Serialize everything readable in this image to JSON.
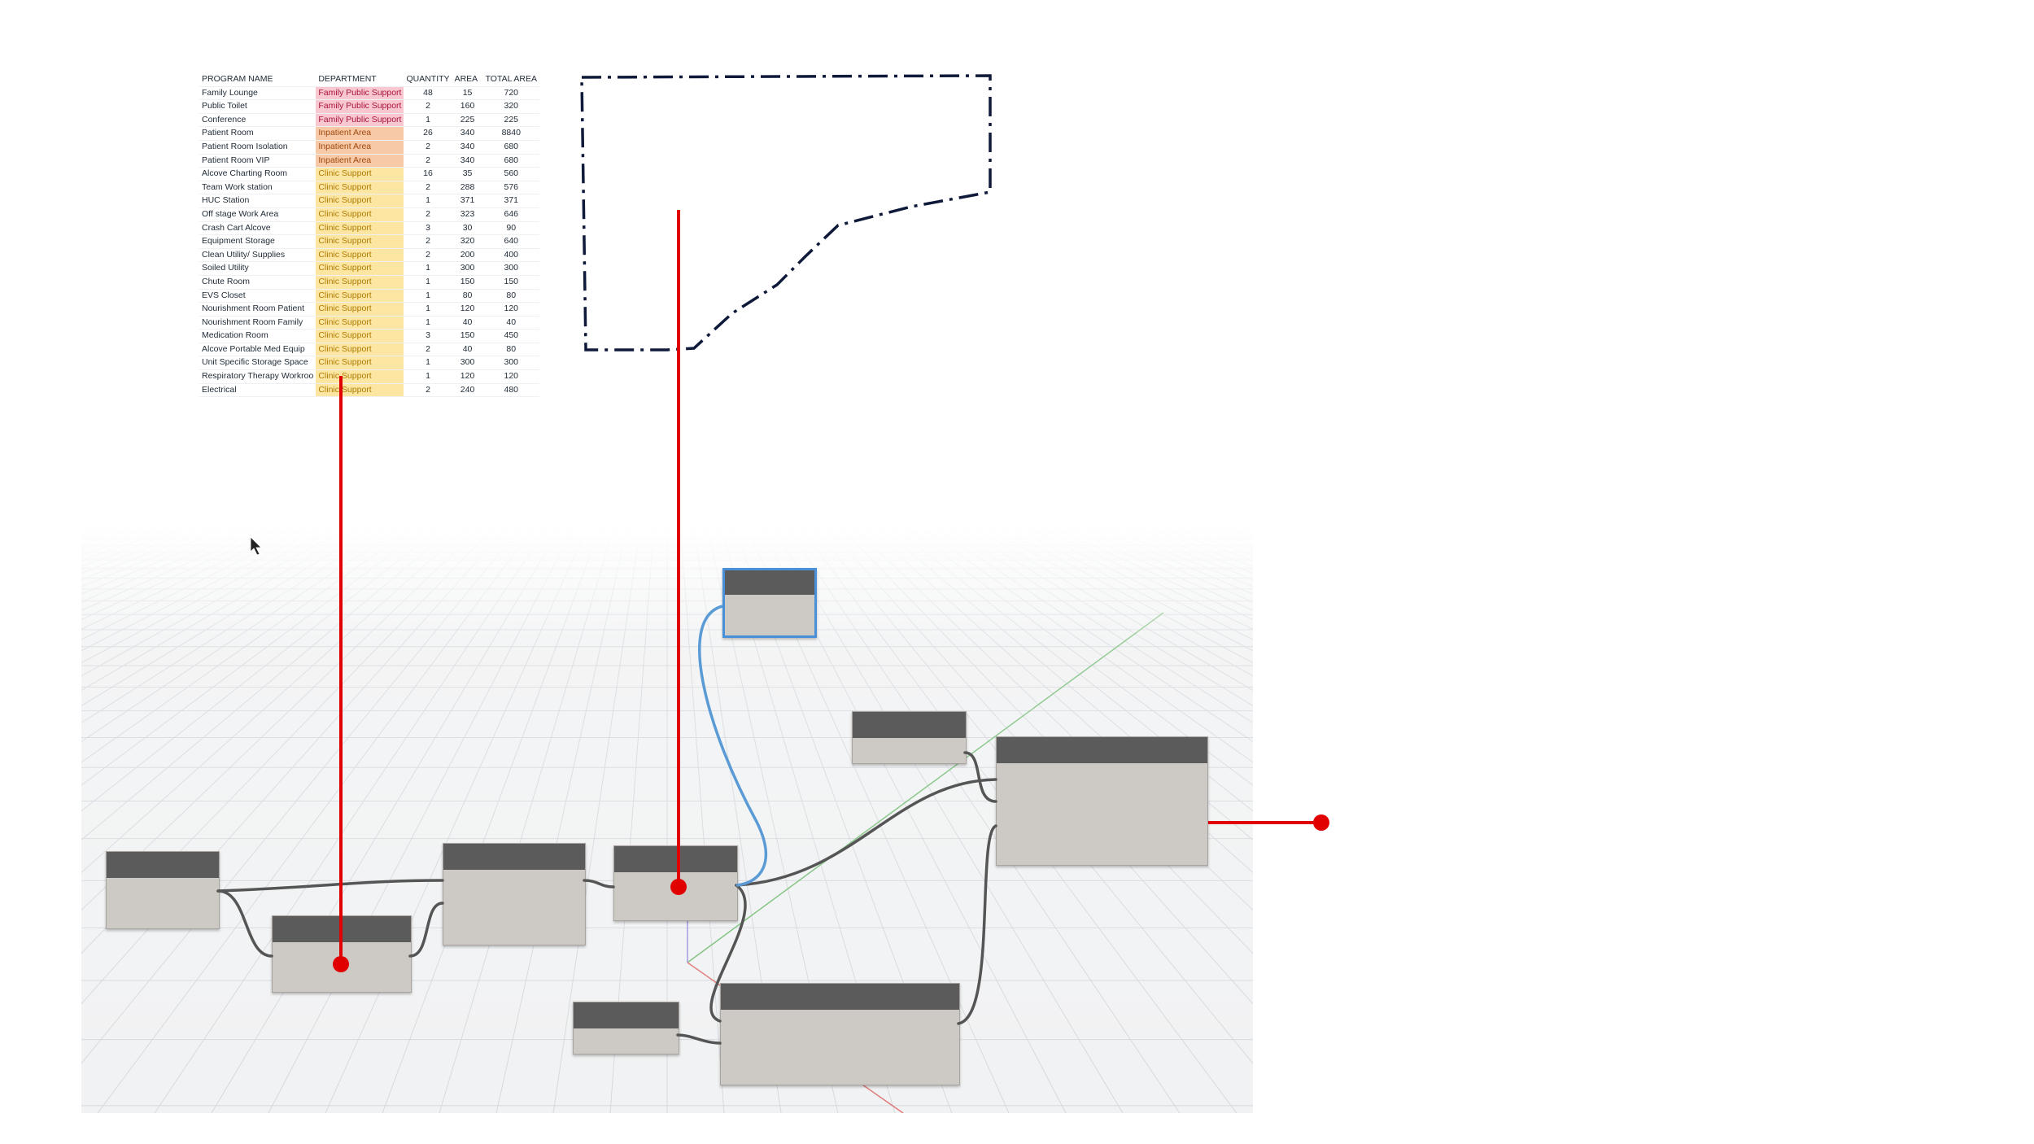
{
  "spreadsheet": {
    "headers": [
      "PROGRAM NAME",
      "DEPARTMENT",
      "QUANTITY",
      "AREA",
      "TOTAL AREA"
    ],
    "rows": [
      {
        "name": "Family Lounge",
        "dept": "Family Public Support",
        "qty": "48",
        "area": "15",
        "total": "720",
        "type": "family"
      },
      {
        "name": "Public Toilet",
        "dept": "Family Public Support",
        "qty": "2",
        "area": "160",
        "total": "320",
        "type": "family"
      },
      {
        "name": "Conference",
        "dept": "Family Public Support",
        "qty": "1",
        "area": "225",
        "total": "225",
        "type": "family"
      },
      {
        "name": "Patient Room",
        "dept": "Inpatient Area",
        "qty": "26",
        "area": "340",
        "total": "8840",
        "type": "inpatient"
      },
      {
        "name": "Patient Room Isolation",
        "dept": "Inpatient Area",
        "qty": "2",
        "area": "340",
        "total": "680",
        "type": "inpatient"
      },
      {
        "name": "Patient Room VIP",
        "dept": "Inpatient Area",
        "qty": "2",
        "area": "340",
        "total": "680",
        "type": "inpatient"
      },
      {
        "name": "Alcove Charting Room",
        "dept": "Clinic Support",
        "qty": "16",
        "area": "35",
        "total": "560",
        "type": "clinic"
      },
      {
        "name": "Team Work station",
        "dept": "Clinic Support",
        "qty": "2",
        "area": "288",
        "total": "576",
        "type": "clinic"
      },
      {
        "name": "HUC Station",
        "dept": "Clinic Support",
        "qty": "1",
        "area": "371",
        "total": "371",
        "type": "clinic"
      },
      {
        "name": "Off stage Work Area",
        "dept": "Clinic Support",
        "qty": "2",
        "area": "323",
        "total": "646",
        "type": "clinic"
      },
      {
        "name": "Crash Cart Alcove",
        "dept": "Clinic Support",
        "qty": "3",
        "area": "30",
        "total": "90",
        "type": "clinic"
      },
      {
        "name": "Equipment Storage",
        "dept": "Clinic Support",
        "qty": "2",
        "area": "320",
        "total": "640",
        "type": "clinic"
      },
      {
        "name": "Clean Utility/ Supplies",
        "dept": "Clinic Support",
        "qty": "2",
        "area": "200",
        "total": "400",
        "type": "clinic"
      },
      {
        "name": "Soiled Utility",
        "dept": "Clinic Support",
        "qty": "1",
        "area": "300",
        "total": "300",
        "type": "clinic"
      },
      {
        "name": "Chute Room",
        "dept": "Clinic Support",
        "qty": "1",
        "area": "150",
        "total": "150",
        "type": "clinic"
      },
      {
        "name": "EVS Closet",
        "dept": "Clinic Support",
        "qty": "1",
        "area": "80",
        "total": "80",
        "type": "clinic"
      },
      {
        "name": "Nourishment Room Patient",
        "dept": "Clinic Support",
        "qty": "1",
        "area": "120",
        "total": "120",
        "type": "clinic"
      },
      {
        "name": "Nourishment Room Family",
        "dept": "Clinic Support",
        "qty": "1",
        "area": "40",
        "total": "40",
        "type": "clinic"
      },
      {
        "name": "Medication Room",
        "dept": "Clinic Support",
        "qty": "3",
        "area": "150",
        "total": "450",
        "type": "clinic"
      },
      {
        "name": "Alcove Portable Med Equip",
        "dept": "Clinic Support",
        "qty": "2",
        "area": "40",
        "total": "80",
        "type": "clinic"
      },
      {
        "name": "Unit Specific Storage Space",
        "dept": "Clinic Support",
        "qty": "1",
        "area": "300",
        "total": "300",
        "type": "clinic"
      },
      {
        "name": "Respiratory Therapy Workroo",
        "dept": "Clinic Support",
        "qty": "1",
        "area": "120",
        "total": "120",
        "type": "clinic"
      },
      {
        "name": "Electrical",
        "dept": "Clinic Support",
        "qty": "2",
        "area": "240",
        "total": "480",
        "type": "clinic"
      }
    ]
  },
  "colors": {
    "connector_red": "#e00000",
    "wire_gray": "#555555",
    "wire_blue": "#5b9bd5",
    "node_body": "#cdc9c4",
    "node_header": "#5b5b5b",
    "boundary": "#0f1a3a"
  },
  "icons": {
    "cursor": "mouse-pointer-icon"
  }
}
